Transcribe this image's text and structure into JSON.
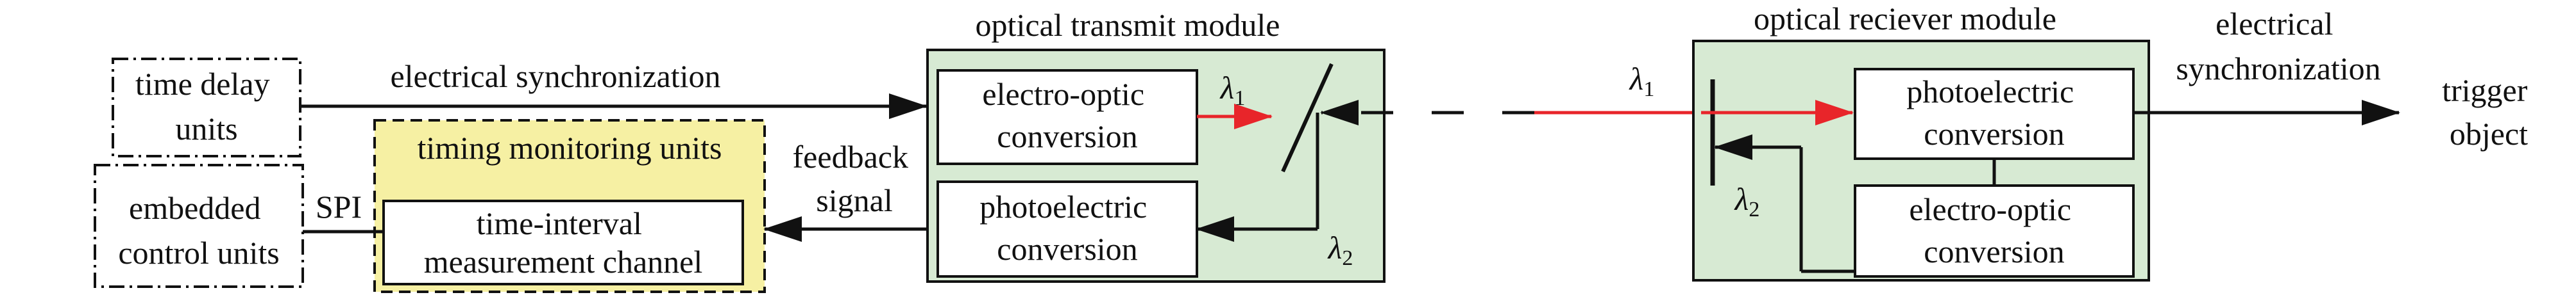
{
  "nodes": {
    "time_delay": {
      "lines": [
        "time delay",
        "units"
      ]
    },
    "embedded_control": {
      "lines": [
        "embedded",
        "control units"
      ]
    },
    "timing_monitoring": {
      "title": "timing monitoring units"
    },
    "time_interval": {
      "lines": [
        "time-interval",
        "measurement channel"
      ]
    },
    "optical_transmit": {
      "title": "optical transmit module"
    },
    "tx_electro_optic": {
      "lines": [
        "electro-optic",
        "conversion"
      ]
    },
    "tx_photoelectric": {
      "lines": [
        "photoelectric",
        "conversion"
      ]
    },
    "optical_receiver": {
      "title": "optical reciever module"
    },
    "rx_photoelectric": {
      "lines": [
        "photoelectric",
        "conversion"
      ]
    },
    "rx_electro_optic": {
      "lines": [
        "electro-optic",
        "conversion"
      ]
    }
  },
  "edges": {
    "sync_top": "electrical synchronization",
    "spi": "SPI",
    "feedback": [
      "feedback",
      "signal"
    ],
    "sync_right": [
      "electrical",
      "synchronization"
    ],
    "trigger": [
      "trigger",
      "object"
    ]
  },
  "symbols": {
    "lambda": "λ",
    "tx_l1_sub": "1",
    "tx_l2_sub": "2",
    "rx_l1_sub": "1",
    "rx_l2_sub": "2"
  },
  "colors": {
    "module_fill": "#d7ead3",
    "monitor_fill": "#f6f0a3",
    "optical_signal": "#e8252a",
    "stroke": "#111111"
  }
}
